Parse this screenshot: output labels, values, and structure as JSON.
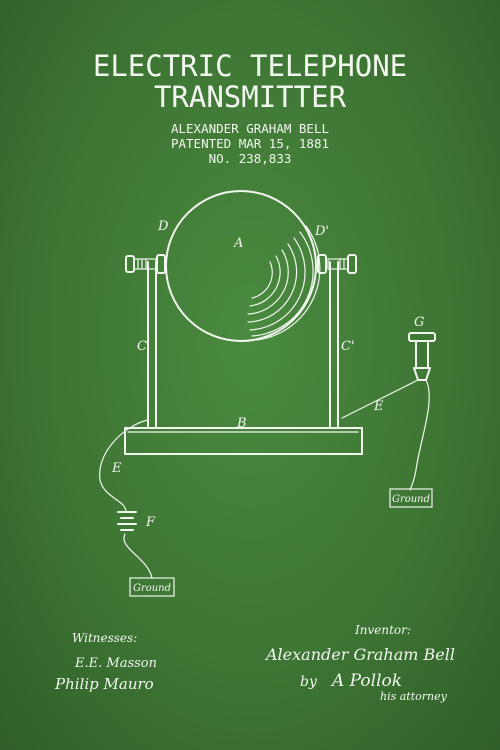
{
  "header": {
    "title_line1": "ELECTRIC TELEPHONE",
    "title_line2": "TRANSMITTER",
    "inventor_name": "ALEXANDER GRAHAM BELL",
    "patent_date": "PATENTED MAR 15, 1881",
    "patent_number": "NO. 238,833"
  },
  "labels": {
    "a": "A",
    "b": "B",
    "c": "C",
    "c_prime": "C'",
    "d": "D",
    "d_prime": "D'",
    "e_left": "E",
    "e_right": "E",
    "f": "F",
    "g": "G"
  },
  "ground_boxes": {
    "left": "Ground",
    "right": "Ground"
  },
  "footer": {
    "witnesses_heading": "Witnesses:",
    "witness_1": "E.E. Masson",
    "witness_2": "Philip Mauro",
    "inventor_heading": "Inventor:",
    "inventor_signature": "Alexander Graham Bell",
    "by_line": "by",
    "attorney_signature": "A Pollok",
    "attorney_caption": "his attorney"
  },
  "colors": {
    "background": "#3f7a36",
    "ink": "#f1f6ee"
  }
}
